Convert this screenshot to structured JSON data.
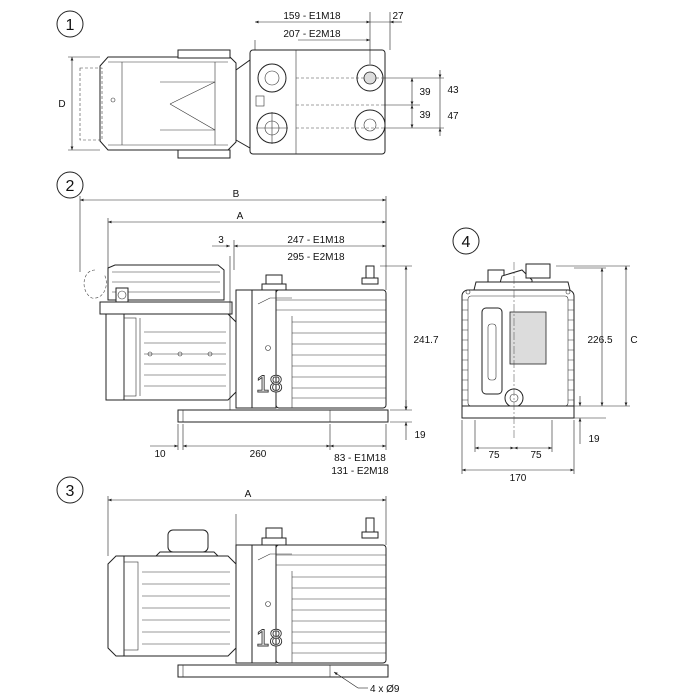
{
  "views": {
    "v1": {
      "number": "1"
    },
    "v2": {
      "number": "2"
    },
    "v3": {
      "number": "3"
    },
    "v4": {
      "number": "4"
    }
  },
  "dims": {
    "d1_159": "159 - E1M18",
    "d1_207": "207 - E2M18",
    "d1_27": "27",
    "d1_39a": "39",
    "d1_39b": "39",
    "d1_43": "43",
    "d1_47": "47",
    "d1_D": "D",
    "d2_B": "B",
    "d2_A": "A",
    "d2_3": "3",
    "d2_247": "247 - E1M18",
    "d2_295": "295 - E2M18",
    "d2_2417": "241.7",
    "d2_19": "19",
    "d2_10": "10",
    "d2_260": "260",
    "d2_83": "83 - E1M18",
    "d2_131": "131 - E2M18",
    "d4_2265": "226.5",
    "d4_C": "C",
    "d4_19": "19",
    "d4_75a": "75",
    "d4_75b": "75",
    "d4_170": "170",
    "d3_A": "A",
    "d3_holes": "4 x Ø9"
  },
  "labels": {
    "model_mark_v2": "18",
    "model_mark_v3": "18"
  }
}
